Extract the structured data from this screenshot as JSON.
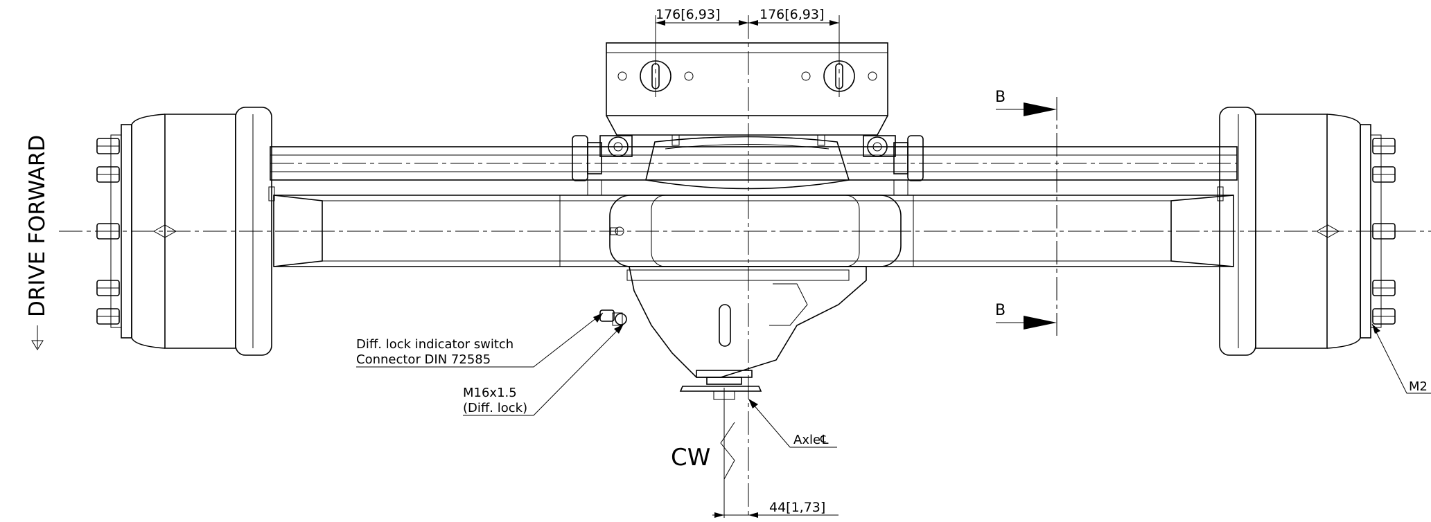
{
  "drawing": {
    "drive_label": "DRIVE FORWARD",
    "dimensions": {
      "top_left": "176[6,93]",
      "top_right": "176[6,93]",
      "bottom": "44[1,73]"
    },
    "section_labels": {
      "top": "B",
      "bottom": "B"
    },
    "callouts": {
      "switch_line1": "Diff. lock indicator switch",
      "switch_line2": "Connector DIN 72585",
      "thread_line1": "M16x1.5",
      "thread_line2": "(Diff. lock)",
      "axle": "Axle℄",
      "rotation": "CW",
      "right_edge": "M2"
    }
  }
}
